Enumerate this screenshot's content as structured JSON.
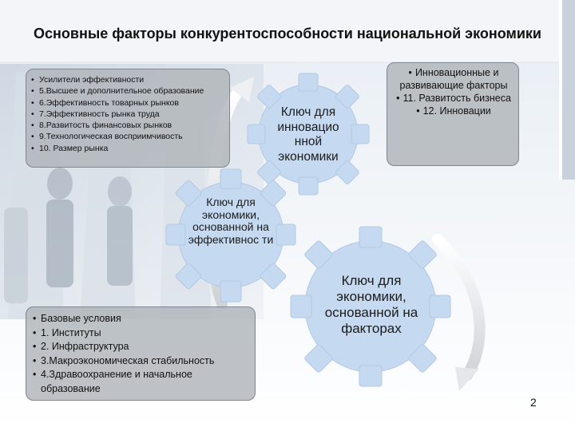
{
  "slide": {
    "title": "Основные факторы конкурентоспособности национальной экономики",
    "page_number": "2"
  },
  "box_efficiency": {
    "items": [
      "Усилители эффективности",
      "5.Высшее и дополнительное образование",
      "6.Эффективность товарных рынков",
      "7.Эффективность рынка труда",
      "8.Развитость финансовых рынков",
      "9.Технологическая восприимчивость",
      "10. Размер рынка"
    ]
  },
  "box_innovation": {
    "items": [
      "Инновационные и развивающие факторы",
      "11. Развитость бизнеса",
      "12. Инновации"
    ]
  },
  "box_basic": {
    "items": [
      "Базовые условия",
      "1. Институты",
      "2. Инфраструктура",
      "3.Макроэкономическая стабильность",
      "4.Здравоохранение и начальное образование"
    ]
  },
  "gears": {
    "innovation": "Ключ для инновацио нной экономики",
    "efficiency": "Ключ для экономики, основанной на эффективнос ти",
    "factors": "Ключ для экономики, основанной на факторах"
  },
  "colors": {
    "gear_fill": "#c5d9f0",
    "box_fill": "#b0b4ba",
    "background_top": "#dde5ee"
  }
}
